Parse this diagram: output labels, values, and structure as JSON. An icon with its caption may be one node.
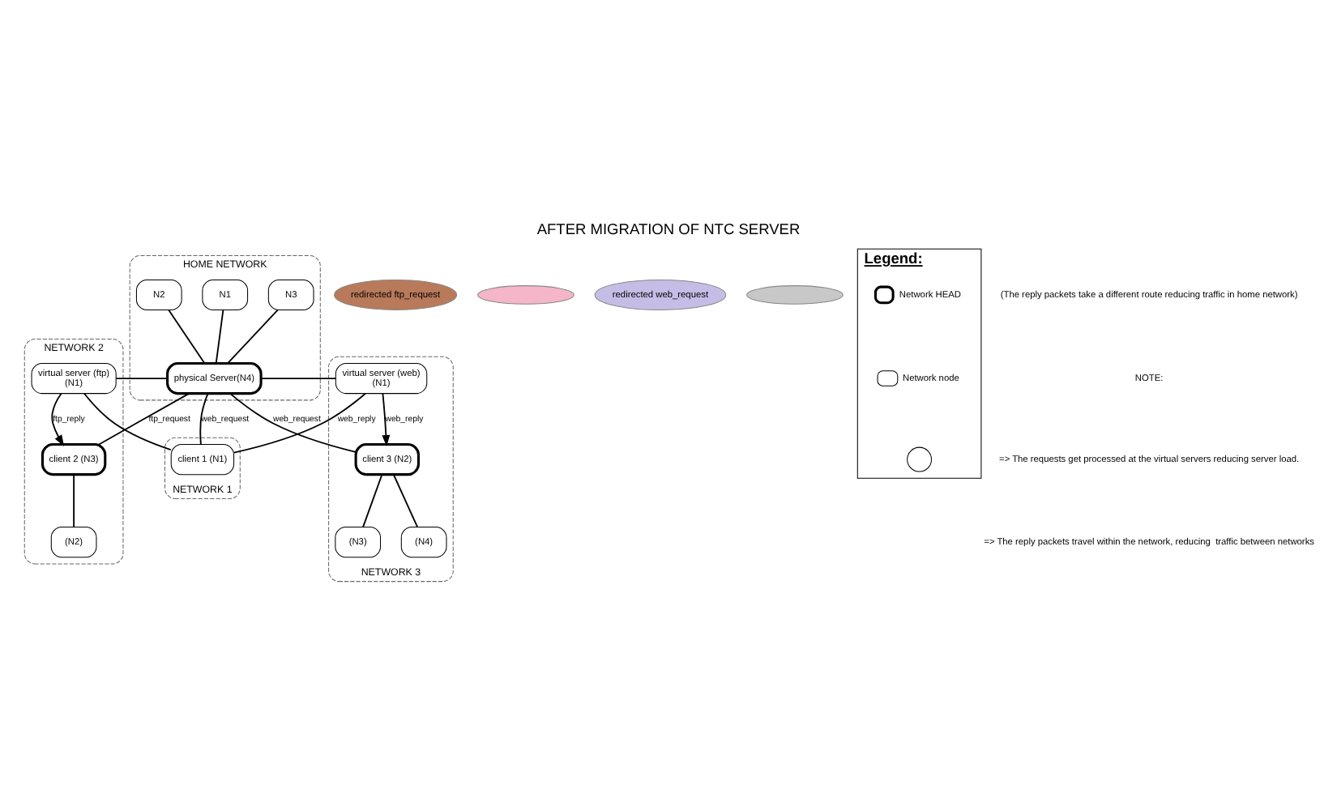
{
  "diagram": {
    "title": "AFTER MIGRATION OF NTC SERVER",
    "nodes": [
      {
        "text": [
          "NETWORK 2"
        ]
      },
      {
        "text": [
          "client 2 (N3)"
        ],
        "in": 0
      },
      {
        "text": [
          "(N2)"
        ],
        "in": 0
      },
      {
        "text": [
          "virtual server (ftp)",
          "(N1)"
        ],
        "in": 0
      },
      {
        "text": [
          "HOME NETWORK"
        ]
      },
      {
        "text": [
          "N1"
        ],
        "in": 4
      },
      {
        "text": [
          "N2"
        ],
        "in": 4
      },
      {
        "text": [
          "physical Server(N4)"
        ],
        "in": 4
      },
      {
        "text": [
          "N3"
        ],
        "in": 4
      },
      {
        "text": [
          "NETWORK 3"
        ]
      },
      {
        "text": [
          "client 3 (N2)"
        ],
        "in": 9
      },
      {
        "text": [
          "virtual server (web)",
          "(N1)"
        ],
        "in": 9
      },
      {
        "text": [
          "(N3)"
        ],
        "in": 9
      },
      {
        "text": [
          "(N4)"
        ],
        "in": 9
      },
      {
        "text": [
          "NETWORK 1"
        ]
      },
      {
        "text": [
          "client 1 (N1)"
        ],
        "in": 14
      },
      {
        "text": [
          "redirected ftp_request"
        ]
      },
      {
        "text": [],
        "shape": "band"
      },
      {
        "text": [
          "redirected web_request"
        ]
      },
      {
        "text": [],
        "shape": "band"
      },
      {
        "text": [
          "Legend:"
        ]
      },
      {
        "text": [],
        "shape": "circle",
        "in": 20
      }
    ],
    "edges": [
      {
        "from": 1,
        "to": 2,
        "arrow": "none"
      },
      {
        "from": 3,
        "to": 1,
        "arrow": "to",
        "label": "ftp_reply"
      },
      {
        "from": 1,
        "to": 7,
        "arrow": "none",
        "label": "ftp_request"
      },
      {
        "from": 7,
        "to": 3,
        "arrow": "none"
      },
      {
        "from": 5,
        "to": 7,
        "arrow": "none"
      },
      {
        "from": 6,
        "to": 7,
        "arrow": "none"
      },
      {
        "from": 8,
        "to": 7,
        "arrow": "none"
      },
      {
        "from": 7,
        "to": 10,
        "arrow": "none",
        "label": "web_request"
      },
      {
        "from": 7,
        "to": 11,
        "arrow": "none"
      },
      {
        "from": 11,
        "to": 10,
        "arrow": "to",
        "label": "web_reply"
      },
      {
        "from": 10,
        "to": 12,
        "arrow": "none"
      },
      {
        "from": 10,
        "to": 13,
        "arrow": "none"
      },
      {
        "from": 15,
        "to": 7,
        "arrow": "none",
        "label": "web_request"
      },
      {
        "from": 3,
        "to": 15,
        "arrow": "none"
      },
      {
        "from": 11,
        "to": 15,
        "arrow": "none",
        "label": "web_reply"
      }
    ],
    "labels": [
      "(The reply packets take a different route reducing traffic in home network)",
      "NOTE:",
      "=> The requests get processed at the virtual servers reducing server load.",
      "=> The reply packets travel within the network, reducing  traffic between networks"
    ],
    "legend": [
      {
        "text": "Network HEAD"
      },
      {
        "text": "Network node"
      }
    ]
  }
}
